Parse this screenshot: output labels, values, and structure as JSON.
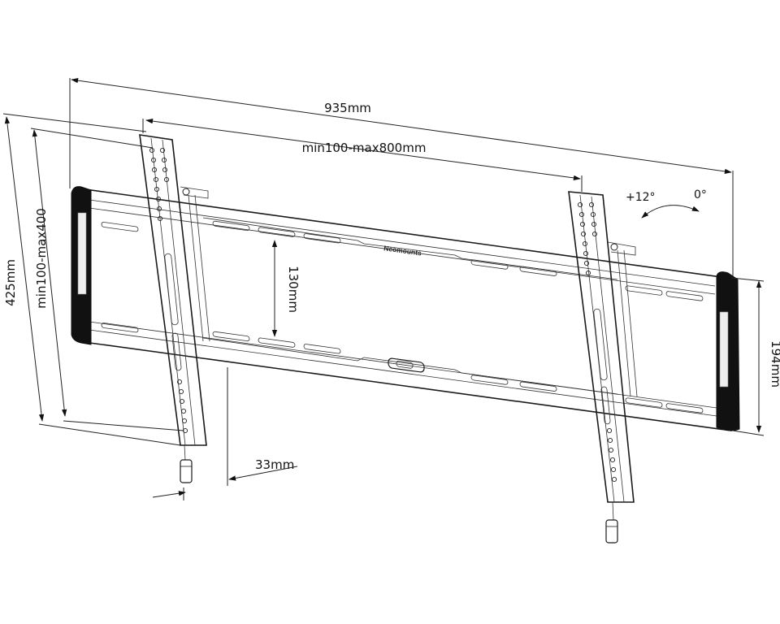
{
  "diagram": {
    "brand": "Neomounts",
    "dimensions": {
      "overall_width": "935mm",
      "vesa_width": "min100-max800mm",
      "overall_height": "425mm",
      "vesa_height": "min100-max400",
      "slot_spacing": "130mm",
      "rail_height": "194mm",
      "wall_distance": "33mm"
    },
    "tilt": {
      "up": "+12°",
      "neutral": "0°"
    }
  }
}
